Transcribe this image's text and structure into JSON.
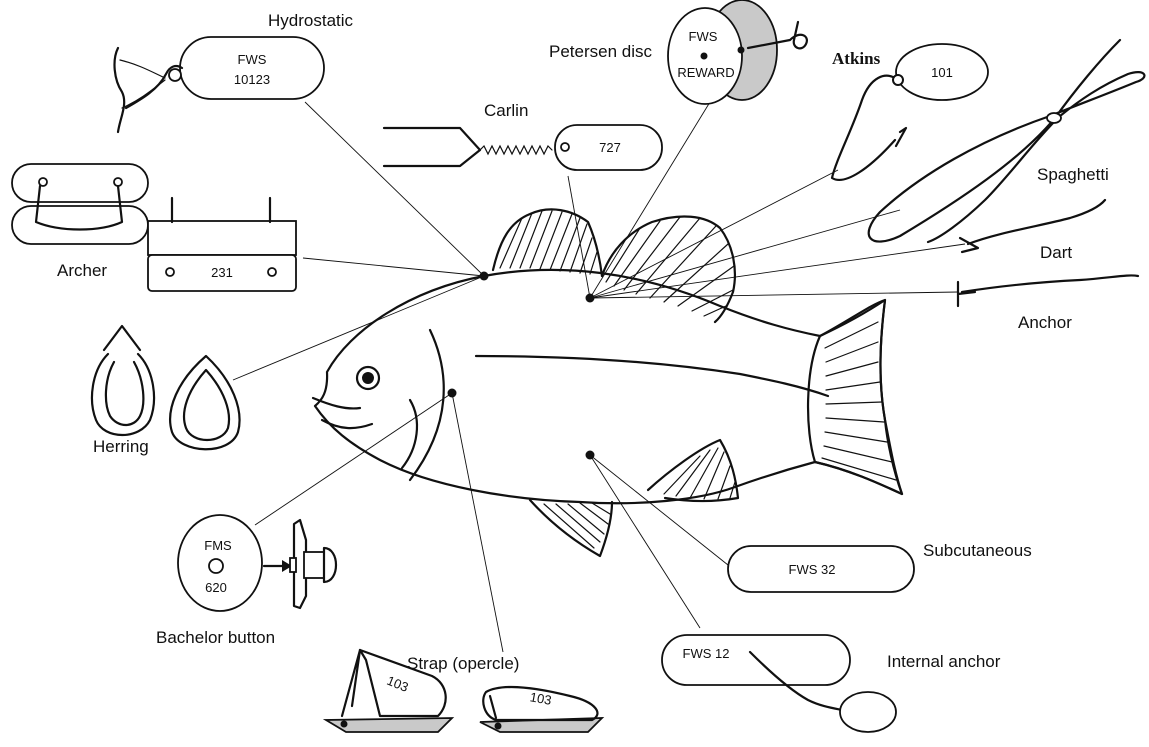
{
  "labels": {
    "hydrostatic": "Hydrostatic",
    "petersen_disc": "Petersen disc",
    "atkins": "Atkins",
    "carlin": "Carlin",
    "spaghetti": "Spaghetti",
    "archer": "Archer",
    "dart": "Dart",
    "anchor": "Anchor",
    "herring": "Herring",
    "bachelor_button": "Bachelor button",
    "strap_opercle": "Strap (opercle)",
    "subcutaneous": "Subcutaneous",
    "internal_anchor": "Internal anchor"
  },
  "tag_text": {
    "hydrostatic_line1": "FWS",
    "hydrostatic_line2": "10123",
    "petersen_line1": "FWS",
    "petersen_line2": "REWARD",
    "atkins_number": "101",
    "carlin_number": "727",
    "archer_number": "231",
    "bachelor_line1": "FMS",
    "bachelor_line2": "620",
    "strap_number_1": "103",
    "strap_number_2": "103",
    "subcutaneous_text": "FWS 32",
    "internal_anchor_text": "FWS 12"
  }
}
